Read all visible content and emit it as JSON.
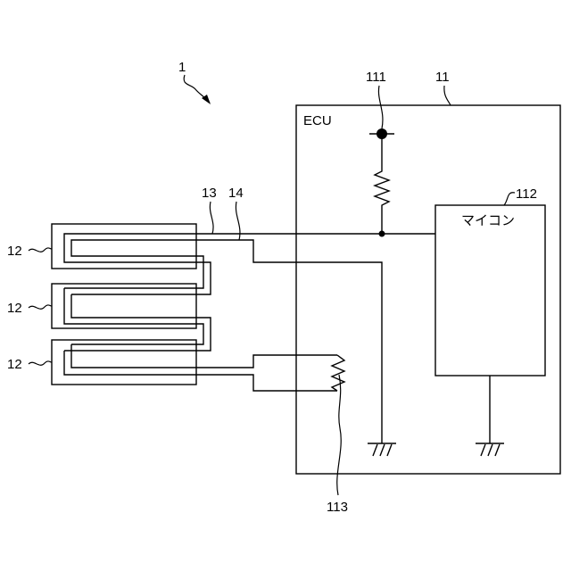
{
  "figure_label": "1",
  "ecu": {
    "ref": "11",
    "name": "ECU"
  },
  "power_terminal": {
    "ref": "111"
  },
  "microcontroller": {
    "ref": "112",
    "name": "マイコン"
  },
  "thermistor": {
    "ref": "113"
  },
  "line_13": {
    "ref": "13"
  },
  "line_14": {
    "ref": "14"
  },
  "heaters": [
    {
      "ref": "12"
    },
    {
      "ref": "12"
    },
    {
      "ref": "12"
    }
  ]
}
